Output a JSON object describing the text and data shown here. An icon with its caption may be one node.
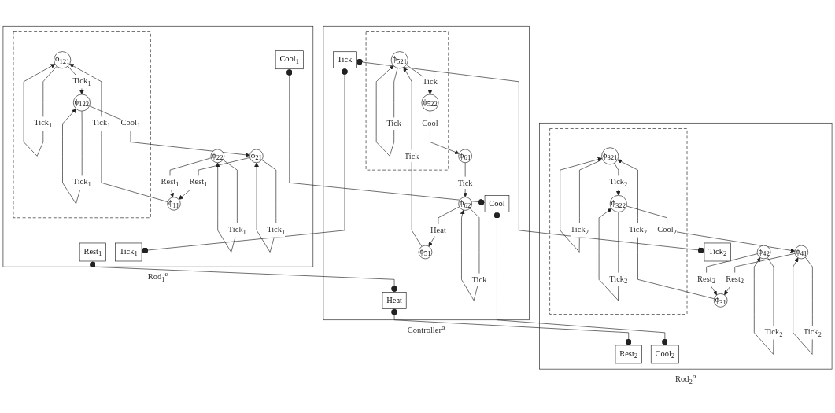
{
  "diagram": {
    "nodes": [
      {
        "text": [
          "Rod$_{1}$$^{α}$"
        ]
      },
      {
        "text": [
          "Rest$_{1}$"
        ],
        "in": 0
      },
      {
        "text": [
          "Cool$_{1}$"
        ],
        "in": 0
      },
      {
        "text": [],
        "shape": "box",
        "in": 0
      },
      {
        "text": [
          "ϕ$_{11}$"
        ],
        "in": 0
      },
      {
        "text": [
          "ϕ$_{121}$"
        ],
        "in": 3
      },
      {
        "text": [
          "ϕ$_{122}$"
        ],
        "in": 3
      },
      {
        "text": [
          "ϕ$_{22}$"
        ],
        "in": 0
      },
      {
        "text": [
          "ϕ$_{21}$"
        ],
        "in": 0
      },
      {
        "text": [
          "Tick$_{1}$"
        ],
        "in": 0
      },
      {
        "text": [
          "Controller$^{α}$"
        ]
      },
      {
        "text": [
          "Cool"
        ],
        "in": 10
      },
      {
        "text": [
          "Heat"
        ],
        "in": 10
      },
      {
        "text": [],
        "shape": "box",
        "in": 10
      },
      {
        "text": [
          "ϕ$_{521}$"
        ],
        "in": 13
      },
      {
        "text": [
          "ϕ$_{522}$"
        ],
        "in": 13
      },
      {
        "text": [
          "ϕ$_{51}$"
        ],
        "in": 10
      },
      {
        "text": [
          "ϕ$_{62}$"
        ],
        "in": 10
      },
      {
        "text": [
          "ϕ$_{61}$"
        ],
        "in": 10
      },
      {
        "text": [
          "Tick"
        ],
        "in": 10
      },
      {
        "text": [
          "Rod$_{2}$$^{α}$"
        ]
      },
      {
        "text": [
          "Rest$_{2}$"
        ],
        "in": 20
      },
      {
        "text": [
          "Cool$_{2}$"
        ],
        "in": 20
      },
      {
        "text": [],
        "shape": "box",
        "in": 20
      },
      {
        "text": [
          "ϕ$_{31}$"
        ],
        "in": 20
      },
      {
        "text": [
          "ϕ$_{321}$"
        ],
        "in": 23
      },
      {
        "text": [
          "ϕ$_{322}$"
        ],
        "in": 23
      },
      {
        "text": [
          "ϕ$_{42}$"
        ],
        "in": 20
      },
      {
        "text": [
          "ϕ$_{41}$"
        ],
        "in": 20
      },
      {
        "text": [
          "Tick$_{2}$"
        ],
        "in": 20
      }
    ],
    "edges": [
      {
        "from": 4,
        "to": 5,
        "arrow": "to",
        "label": "Tick$_{1}$"
      },
      {
        "from": 5,
        "to": 5,
        "arrow": "to",
        "label": "Tick$_{1}$"
      },
      {
        "from": 5,
        "to": 6,
        "arrow": "to",
        "label": "Tick$_{1}$"
      },
      {
        "from": 6,
        "to": 6,
        "arrow": "to",
        "label": "Tick$_{1}$"
      },
      {
        "from": 6,
        "to": 8,
        "arrow": "to",
        "label": "Cool$_{1}$"
      },
      {
        "from": 8,
        "to": 4,
        "arrow": "to",
        "label": "Rest$_{1}$"
      },
      {
        "from": 7,
        "to": 4,
        "arrow": "to",
        "label": "Rest$_{1}$"
      },
      {
        "from": 7,
        "to": 7,
        "arrow": "to",
        "label": "Tick$_{1}$"
      },
      {
        "from": 8,
        "to": 8,
        "arrow": "to",
        "label": "Tick$_{1}$"
      },
      {
        "from": 14,
        "to": 14,
        "arrow": "to",
        "label": "Tick"
      },
      {
        "from": 16,
        "to": 14,
        "arrow": "to",
        "label": "Tick"
      },
      {
        "from": 14,
        "to": 15,
        "arrow": "to",
        "label": "Tick"
      },
      {
        "from": 15,
        "to": 18,
        "arrow": "to",
        "label": "Cool"
      },
      {
        "from": 18,
        "to": 17,
        "arrow": "to",
        "label": "Tick"
      },
      {
        "from": 17,
        "to": 16,
        "arrow": "to",
        "label": "Heat"
      },
      {
        "from": 17,
        "to": 17,
        "arrow": "to",
        "label": "Tick"
      },
      {
        "from": 24,
        "to": 25,
        "arrow": "to",
        "label": "Tick$_{2}$"
      },
      {
        "from": 25,
        "to": 25,
        "arrow": "to",
        "label": "Tick$_{2}$"
      },
      {
        "from": 25,
        "to": 26,
        "arrow": "to",
        "label": "Tick$_{2}$"
      },
      {
        "from": 26,
        "to": 26,
        "arrow": "to",
        "label": "Tick$_{2}$"
      },
      {
        "from": 26,
        "to": 28,
        "arrow": "to",
        "label": "Cool$_{2}$"
      },
      {
        "from": 28,
        "to": 24,
        "arrow": "to",
        "label": "Rest$_{2}$"
      },
      {
        "from": 27,
        "to": 24,
        "arrow": "to",
        "label": "Rest$_{2}$"
      },
      {
        "from": 27,
        "to": 27,
        "arrow": "to",
        "label": "Tick$_{2}$"
      },
      {
        "from": 28,
        "to": 28,
        "arrow": "to",
        "label": "Tick$_{2}$"
      },
      {
        "from": 1,
        "to": 12,
        "arrow": "other"
      },
      {
        "from": 2,
        "to": 11,
        "arrow": "other"
      },
      {
        "from": 11,
        "to": 22,
        "arrow": "other"
      },
      {
        "from": 12,
        "to": 21,
        "arrow": "other"
      },
      {
        "from": 19,
        "to": 9,
        "arrow": "other"
      },
      {
        "from": 19,
        "to": 29,
        "arrow": "other"
      }
    ]
  }
}
